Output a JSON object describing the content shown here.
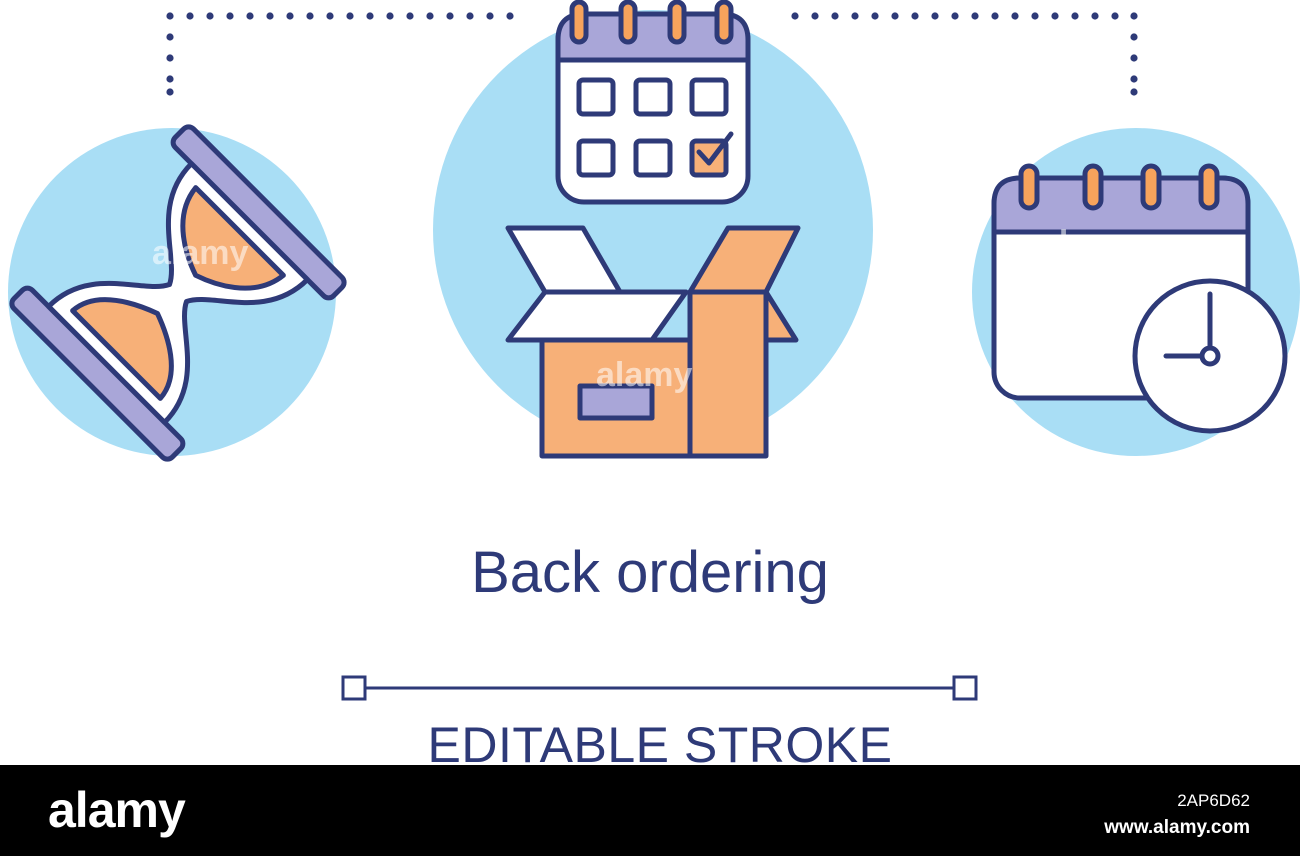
{
  "illustration": {
    "title": "Back ordering",
    "subtitle": "EDITABLE STROKE",
    "icons": [
      "hourglass-icon",
      "calendar-check-icon",
      "open-box-icon",
      "calendar-clock-icon"
    ],
    "colors": {
      "stroke": "#2e3a78",
      "circle_fill": "#a9def5",
      "orange_fill": "#f7b078",
      "lilac_fill": "#a9a6d8",
      "accent_orange": "#f7a35c"
    }
  },
  "watermark": {
    "text": "alamy",
    "brand": "alamy",
    "image_id": "2AP6D62",
    "url": "www.alamy.com"
  }
}
